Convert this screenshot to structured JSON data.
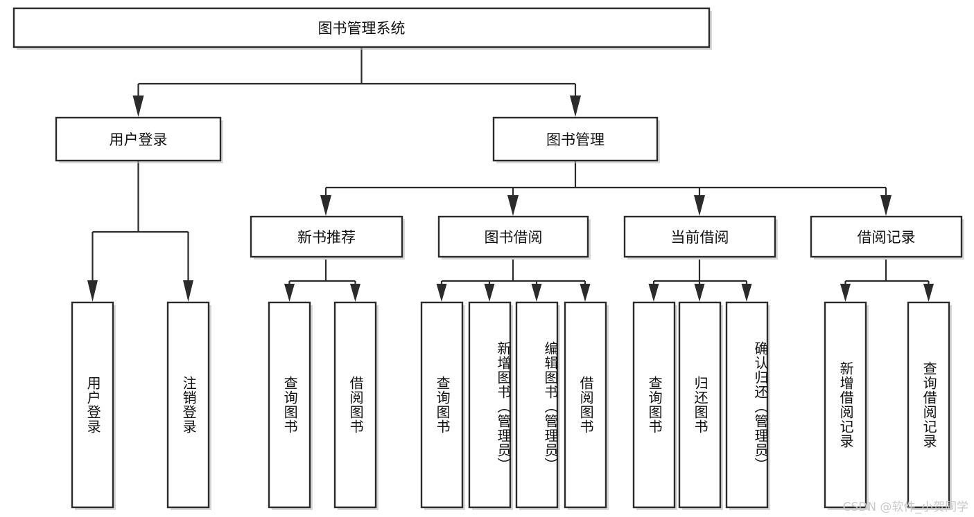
{
  "diagram": {
    "title": "图书管理系统",
    "type": "tree-hierarchy",
    "orientation": "top-down",
    "root": {
      "id": "root",
      "label": "图书管理系统"
    },
    "level2": [
      {
        "id": "user-login",
        "label": "用户登录"
      },
      {
        "id": "book-management",
        "label": "图书管理"
      }
    ],
    "level3": [
      {
        "id": "new-book-recommend",
        "label": "新书推荐",
        "parent": "book-management"
      },
      {
        "id": "book-borrow",
        "label": "图书借阅",
        "parent": "book-management"
      },
      {
        "id": "current-borrow",
        "label": "当前借阅",
        "parent": "book-management"
      },
      {
        "id": "borrow-record",
        "label": "借阅记录",
        "parent": "book-management"
      }
    ],
    "leaves": {
      "user-login": [
        {
          "id": "leaf-user-login",
          "label": "用户登录"
        },
        {
          "id": "leaf-user-logout",
          "label": "注销登录"
        }
      ],
      "new-book-recommend": [
        {
          "id": "leaf-query-book-1",
          "label": "查询图书"
        },
        {
          "id": "leaf-borrow-book-1",
          "label": "借阅图书"
        }
      ],
      "book-borrow": [
        {
          "id": "leaf-query-book-2",
          "label": "查询图书"
        },
        {
          "id": "leaf-add-book",
          "label": "新增图书（管理员）"
        },
        {
          "id": "leaf-edit-book",
          "label": "编辑图书（管理员）"
        },
        {
          "id": "leaf-borrow-book-2",
          "label": "借阅图书"
        }
      ],
      "current-borrow": [
        {
          "id": "leaf-query-book-3",
          "label": "查询图书"
        },
        {
          "id": "leaf-return-book",
          "label": "归还图书"
        },
        {
          "id": "leaf-confirm-return",
          "label": "确认归还（管理员）"
        }
      ],
      "borrow-record": [
        {
          "id": "leaf-add-borrow-record",
          "label": "新增借阅记录"
        },
        {
          "id": "leaf-query-borrow-record",
          "label": "查询借阅记录"
        }
      ]
    }
  },
  "watermark": {
    "text": "CSDN @软件_小贺同学"
  },
  "colors": {
    "stroke": "#2b2b2b",
    "fill": "#ffffff",
    "text": "#111111",
    "watermark": "#c9c9c9",
    "shadow": "#b8b8b8"
  }
}
